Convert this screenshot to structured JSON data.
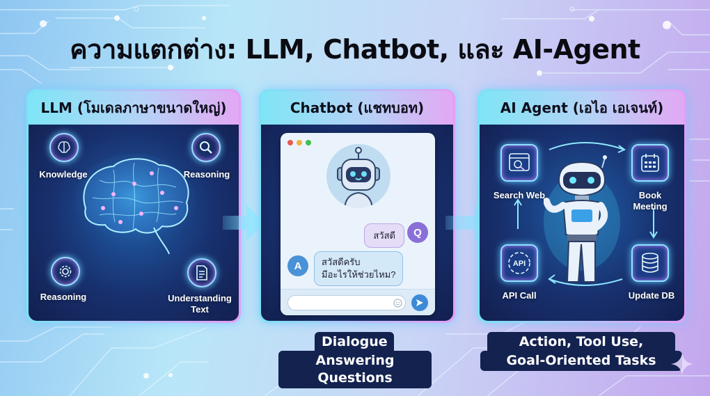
{
  "title": "ความแตกต่าง: LLM, Chatbot, และ AI-Agent",
  "colors": {
    "panel_body": "#18306e",
    "panel_header_start": "#7fe5f6",
    "panel_header_end": "#e3a8f4",
    "caption_bg": "#13224f",
    "glow": "#6bd2ff"
  },
  "panels": {
    "llm": {
      "header": "LLM (โมเดลภาษาขนาดใหญ่)",
      "nodes": [
        {
          "label": "Knowledge",
          "icon": "brain-icon"
        },
        {
          "label": "Reasoning",
          "icon": "magnifier-icon"
        },
        {
          "label": "Reasoning",
          "icon": "gear-icon"
        },
        {
          "label": "Understanding Text",
          "icon": "document-icon"
        }
      ],
      "center_icon": "glowing-brain-icon"
    },
    "chatbot": {
      "header": "Chatbot (แชทบอท)",
      "question_badge": "Q",
      "question": "สวัสดี",
      "answer_badge": "A",
      "answer_line1": "สวัสดีครับ",
      "answer_line2": "มีอะไรให้ช่วยไหม?",
      "input_placeholder": "",
      "caption_line1": "Dialogue",
      "caption_line2": "Answering Questions"
    },
    "agent": {
      "header": "AI Agent (เอไอ เอเจนท์)",
      "tools": [
        {
          "label": "Search Web",
          "icon": "web-search-icon"
        },
        {
          "label": "Book Meeting",
          "icon": "calendar-icon"
        },
        {
          "label": "API Call",
          "icon": "api-gear-icon"
        },
        {
          "label": "Update DB",
          "icon": "database-icon"
        }
      ],
      "api_icon_text": "API",
      "caption_line1": "Action, Tool Use,",
      "caption_line2": "Goal-Oriented Tasks"
    }
  }
}
